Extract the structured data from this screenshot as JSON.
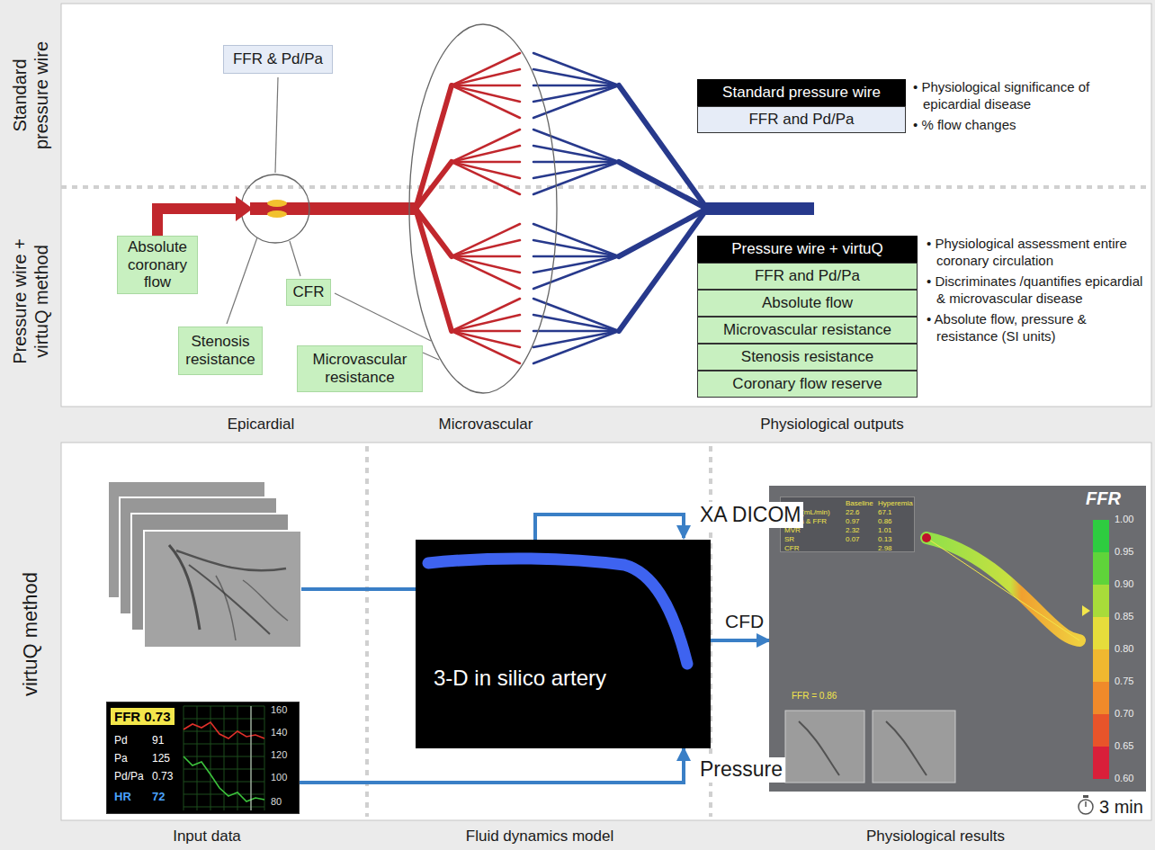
{
  "diagram": {
    "nodes": [
      {
        "text": [
          "FFR & Pd/Pa"
        ]
      },
      {
        "text": [
          "Absolute coronary flow"
        ]
      },
      {
        "text": [
          "CFR"
        ]
      },
      {
        "text": [
          "Stenosis resistance"
        ]
      },
      {
        "text": [
          "Microvascular resistance"
        ]
      },
      {
        "text": [
          "Standard pressure wire"
        ]
      },
      {
        "text": [
          "FFR and Pd/Pa"
        ]
      },
      {
        "text": [
          "Pressure wire + virtuQ"
        ]
      },
      {
        "text": [
          "FFR and Pd/Pa"
        ]
      },
      {
        "text": [
          "Absolute flow"
        ]
      },
      {
        "text": [
          "Microvascular resistance"
        ]
      },
      {
        "text": [
          "Stenosis resistance"
        ]
      },
      {
        "text": [
          "Coronary flow reserve"
        ]
      },
      {
        "text": [
          "FFR 0.73",
          "Pd",
          "91",
          "Pa",
          "125",
          "Pd/Pa",
          "0.73",
          "HR",
          "72",
          "160",
          "140",
          "120",
          "100",
          "80"
        ]
      },
      {
        "text": [
          "3-D in silico artery"
        ]
      },
      {
        "text": [
          "FFR",
          "1.00",
          "0.95",
          "0.90",
          "0.85",
          "0.80",
          "0.75",
          "0.70",
          "0.65",
          "0.60",
          "FFR = 0.86"
        ]
      },
      {
        "text": [
          "Baseline",
          "Hyperemia",
          "Flow (mL/min)",
          "22.6",
          "67.1",
          "Pd/Pa & FFR",
          "0.97",
          "0.86",
          "MVR",
          "2.32",
          "1.01",
          "SR",
          "0.07",
          "0.13",
          "CFR",
          "2.98"
        ],
        "in": 15
      }
    ],
    "edges": [
      {
        "from": 13,
        "to": 14,
        "arrow": "to",
        "label": "Pressure"
      },
      {
        "from": 14,
        "to": 15,
        "arrow": "to",
        "label": "CFD"
      }
    ],
    "labels": [
      "Standard pressure wire",
      "Pressure wire + virtuQ method",
      "• Physiological significance of epicardial disease",
      "• % flow changes",
      "• Physiological assessment entire coronary circulation",
      "• Discriminates /quantifies epicardial & microvascular disease",
      "• Absolute flow, pressure & resistance (SI units)",
      "Epicardial",
      "Microvascular",
      "Physiological outputs",
      "virtuQ method",
      "XA DICOM",
      "3 min",
      "Input data",
      "Fluid dynamics model",
      "Physiological results"
    ]
  }
}
